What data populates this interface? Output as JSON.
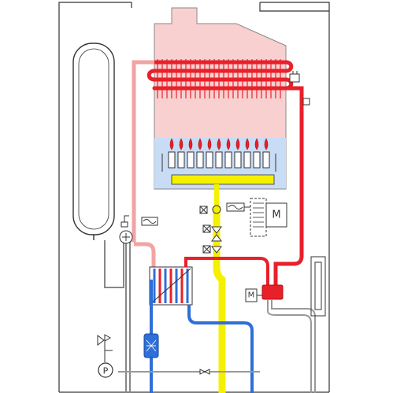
{
  "labels": {
    "pump_motor": "M",
    "valve_motor": "M",
    "pressure_gauge": "P"
  },
  "colors": {
    "hot_water": "#e8202a",
    "return_water": "#f2a3a3",
    "cold_water": "#2e6fd8",
    "gas": "#f5f000",
    "combustion_chamber": "#f9d0d0",
    "burner_area": "#c8dcf5",
    "outline": "#333333"
  }
}
